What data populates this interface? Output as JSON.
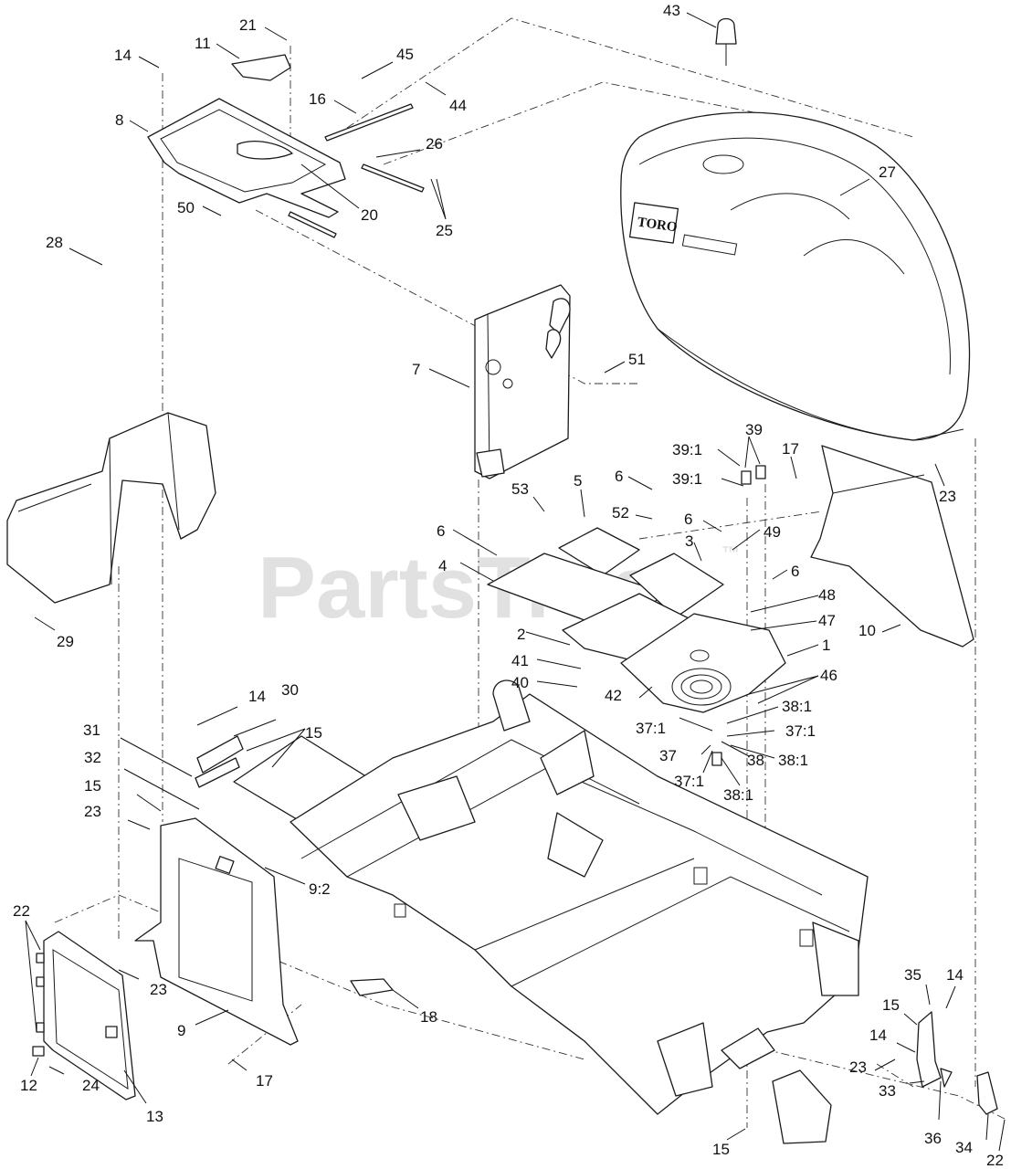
{
  "watermark": {
    "text": "PartsTree",
    "tm": "™"
  },
  "brand_logo": {
    "text": "TORO"
  },
  "callouts": [
    {
      "id": "c43",
      "label": "43"
    },
    {
      "id": "c21",
      "label": "21"
    },
    {
      "id": "c14a",
      "label": "14"
    },
    {
      "id": "c11",
      "label": "11"
    },
    {
      "id": "c45",
      "label": "45"
    },
    {
      "id": "c44",
      "label": "44"
    },
    {
      "id": "c8",
      "label": "8"
    },
    {
      "id": "c16",
      "label": "16"
    },
    {
      "id": "c26",
      "label": "26"
    },
    {
      "id": "c27",
      "label": "27"
    },
    {
      "id": "c20",
      "label": "20"
    },
    {
      "id": "c25",
      "label": "25"
    },
    {
      "id": "c50",
      "label": "50"
    },
    {
      "id": "c51",
      "label": "51"
    },
    {
      "id": "c7",
      "label": "7"
    },
    {
      "id": "c28",
      "label": "28"
    },
    {
      "id": "c39",
      "label": "39"
    },
    {
      "id": "c39_1a",
      "label": "39:1"
    },
    {
      "id": "c39_1b",
      "label": "39:1"
    },
    {
      "id": "c17a",
      "label": "17"
    },
    {
      "id": "c23a",
      "label": "23"
    },
    {
      "id": "c53",
      "label": "53"
    },
    {
      "id": "c5",
      "label": "5"
    },
    {
      "id": "c6a",
      "label": "6"
    },
    {
      "id": "c52",
      "label": "52"
    },
    {
      "id": "c6b",
      "label": "6"
    },
    {
      "id": "c6c",
      "label": "6"
    },
    {
      "id": "c49",
      "label": "49"
    },
    {
      "id": "c4",
      "label": "4"
    },
    {
      "id": "c3",
      "label": "3"
    },
    {
      "id": "c6d",
      "label": "6"
    },
    {
      "id": "c48",
      "label": "48"
    },
    {
      "id": "c47",
      "label": "47"
    },
    {
      "id": "c10",
      "label": "10"
    },
    {
      "id": "c29",
      "label": "29"
    },
    {
      "id": "c2",
      "label": "2"
    },
    {
      "id": "c1",
      "label": "1"
    },
    {
      "id": "c41",
      "label": "41"
    },
    {
      "id": "c46",
      "label": "46"
    },
    {
      "id": "c40",
      "label": "40"
    },
    {
      "id": "c38_1a",
      "label": "38:1"
    },
    {
      "id": "c42",
      "label": "42"
    },
    {
      "id": "c37_1a",
      "label": "37:1"
    },
    {
      "id": "c37_1b",
      "label": "37:1"
    },
    {
      "id": "c14b",
      "label": "14"
    },
    {
      "id": "c30",
      "label": "30"
    },
    {
      "id": "c37",
      "label": "37"
    },
    {
      "id": "c38",
      "label": "38"
    },
    {
      "id": "c38_1b",
      "label": "38:1"
    },
    {
      "id": "c31",
      "label": "31"
    },
    {
      "id": "c15a",
      "label": "15"
    },
    {
      "id": "c37_1c",
      "label": "37:1"
    },
    {
      "id": "c38_1c",
      "label": "38:1"
    },
    {
      "id": "c32",
      "label": "32"
    },
    {
      "id": "c15b",
      "label": "15"
    },
    {
      "id": "c23b",
      "label": "23"
    },
    {
      "id": "c9_2",
      "label": "9:2"
    },
    {
      "id": "c22a",
      "label": "22"
    },
    {
      "id": "c23c",
      "label": "23"
    },
    {
      "id": "c35",
      "label": "35"
    },
    {
      "id": "c14c",
      "label": "14"
    },
    {
      "id": "c15c",
      "label": "15"
    },
    {
      "id": "c18",
      "label": "18"
    },
    {
      "id": "c9",
      "label": "9"
    },
    {
      "id": "c14d",
      "label": "14"
    },
    {
      "id": "c23d",
      "label": "23"
    },
    {
      "id": "c33",
      "label": "33"
    },
    {
      "id": "c17b",
      "label": "17"
    },
    {
      "id": "c12",
      "label": "12"
    },
    {
      "id": "c24",
      "label": "24"
    },
    {
      "id": "c13",
      "label": "13"
    },
    {
      "id": "c36",
      "label": "36"
    },
    {
      "id": "c15d",
      "label": "15"
    },
    {
      "id": "c34",
      "label": "34"
    },
    {
      "id": "c22b",
      "label": "22"
    }
  ]
}
